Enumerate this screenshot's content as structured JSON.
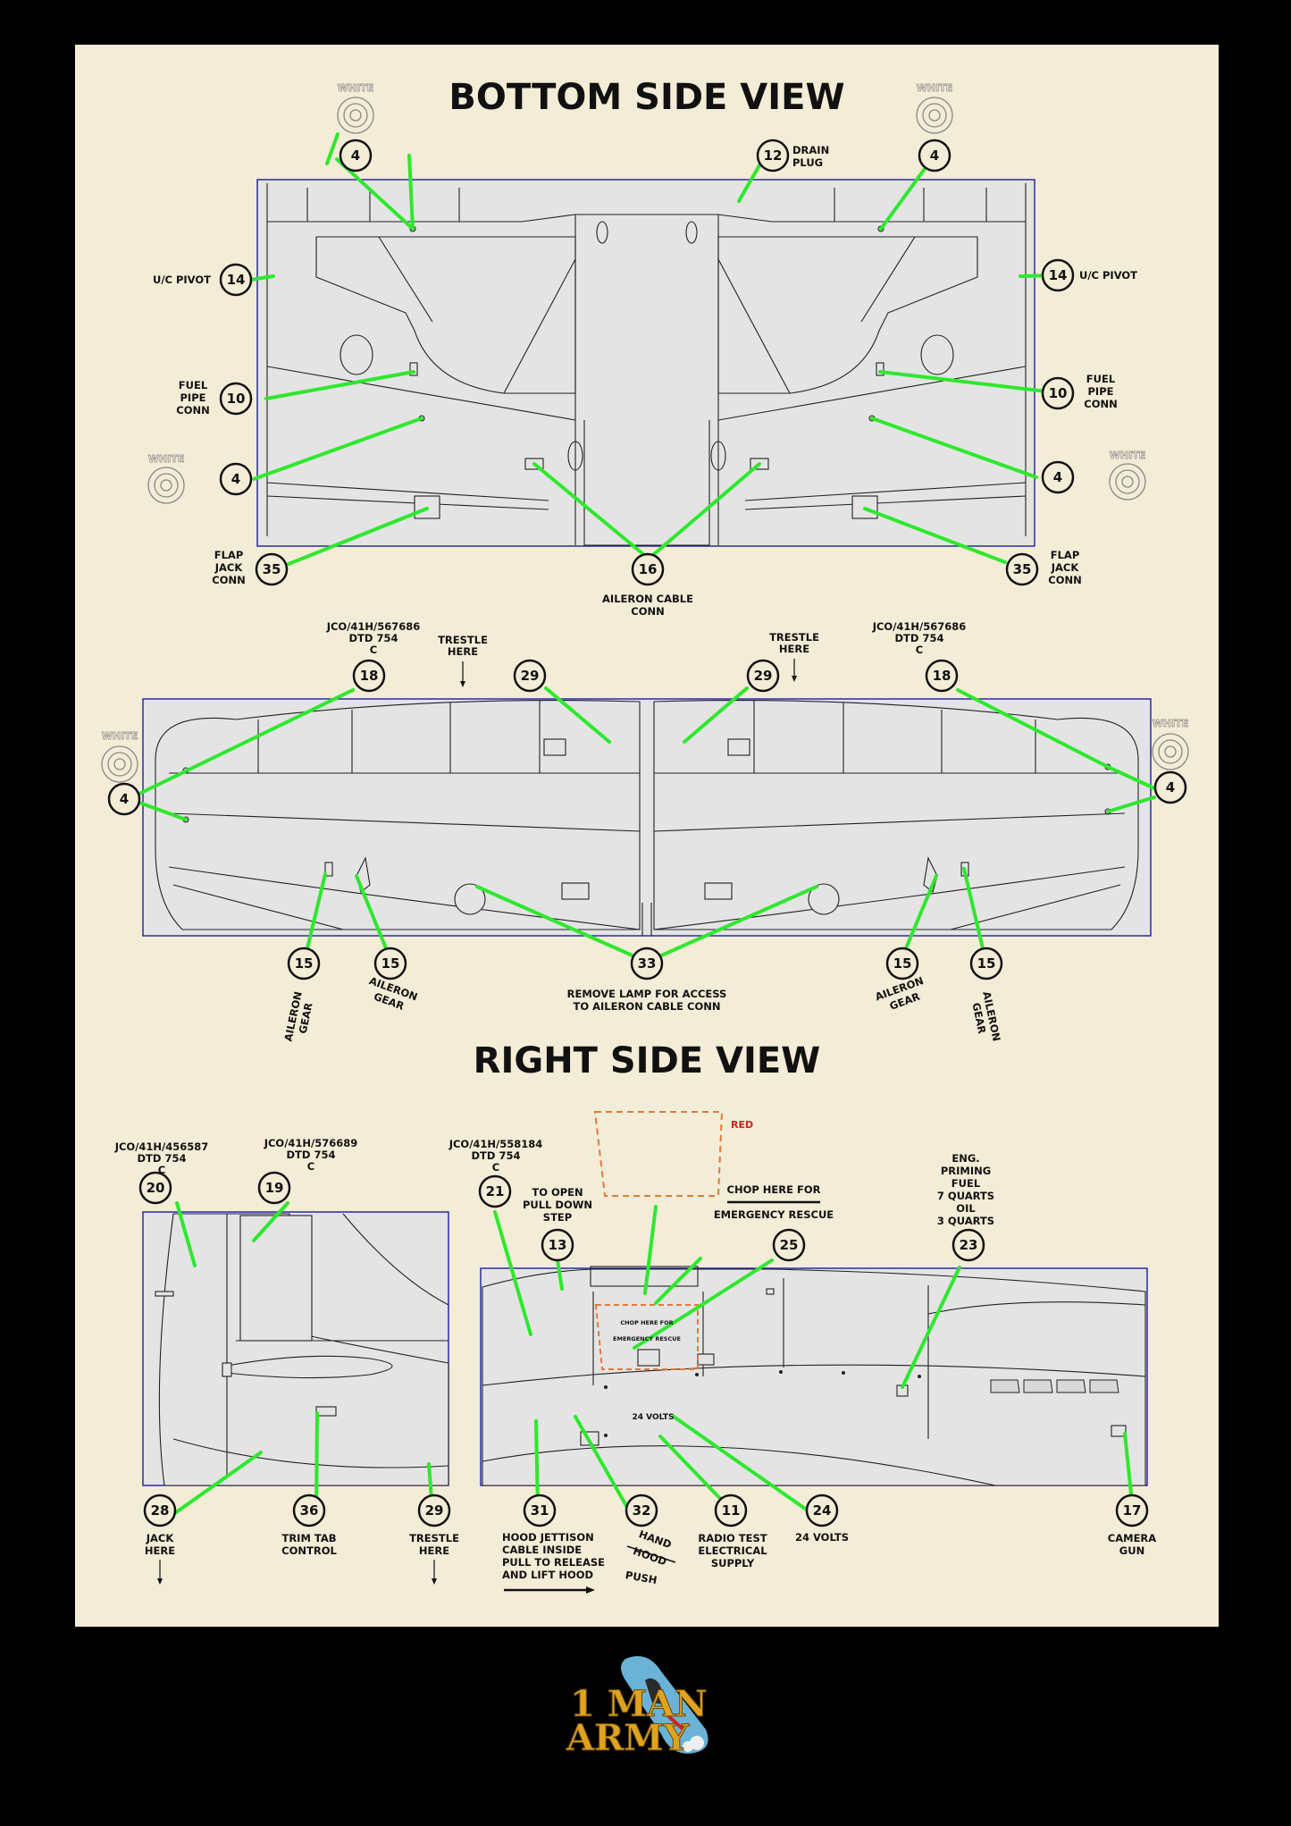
{
  "titles": {
    "bottom": "BOTTOM SIDE VIEW",
    "right": "RIGHT SIDE VIEW"
  },
  "white_label": "WHITE",
  "red_label": "RED",
  "stencils": {
    "drain_plug": [
      "DRAIN",
      "PLUG"
    ],
    "uc_pivot": "U/C PIVOT",
    "fuel_pipe_conn": [
      "FUEL",
      "PIPE",
      "CONN"
    ],
    "flap_jack_conn": [
      "FLAP",
      "JACK",
      "CONN"
    ],
    "aileron_cable_conn": [
      "AILERON CABLE",
      "CONN"
    ],
    "ref_567686": [
      "JCO/41H/567686",
      "DTD 754",
      "C"
    ],
    "trestle_here": [
      "TRESTLE",
      "HERE"
    ],
    "aileron_gear": [
      "AILERON",
      "GEAR"
    ],
    "remove_lamp": [
      "REMOVE LAMP FOR ACCESS",
      "TO AILERON CABLE CONN"
    ],
    "ref_456587": [
      "JCO/41H/456587",
      "DTD 754",
      "C"
    ],
    "ref_576689": [
      "JCO/41H/576689",
      "DTD 754",
      "C"
    ],
    "ref_558184": [
      "JCO/41H/558184",
      "DTD 754",
      "C"
    ],
    "to_open": [
      "TO OPEN",
      "PULL DOWN",
      "STEP"
    ],
    "chop_here": [
      "CHOP HERE FOR",
      "EMERGENCY RESCUE"
    ],
    "eng_priming": [
      "ENG.",
      "PRIMING",
      "FUEL",
      "7 QUARTS",
      "OIL",
      "3 QUARTS"
    ],
    "jack_here": [
      "JACK",
      "HERE"
    ],
    "trim_tab": [
      "TRIM TAB",
      "CONTROL"
    ],
    "hood_jettison": [
      "HOOD JETTISON",
      "CABLE INSIDE",
      "PULL TO RELEASE",
      "AND LIFT HOOD"
    ],
    "hand_hood": [
      "HAND",
      "HOOD"
    ],
    "push": "PUSH",
    "radio_test": [
      "RADIO TEST",
      "ELECTRICAL",
      "SUPPLY"
    ],
    "volts_24": "24 VOLTS",
    "camera_gun": [
      "CAMERA",
      "GUN"
    ]
  },
  "callouts": {
    "bottom": [
      "4",
      "12",
      "4",
      "14",
      "14",
      "10",
      "10",
      "4",
      "4",
      "35",
      "16",
      "35"
    ],
    "middle": [
      "18",
      "29",
      "29",
      "18",
      "4",
      "4",
      "15",
      "15",
      "33",
      "15",
      "15"
    ],
    "right": [
      "20",
      "19",
      "21",
      "13",
      "25",
      "23",
      "28",
      "36",
      "29",
      "31",
      "32",
      "11",
      "24",
      "17"
    ]
  },
  "logo": {
    "text_line1": "1 MAN",
    "text_line2": "ARMY"
  },
  "colors": {
    "background": "#000000",
    "panel": "#f3ecd6",
    "leader_line": "#2ee82e",
    "frame": "#1d1da8",
    "airframe_fill": "#e4e4e4",
    "rescue_outline": "#e07a3a",
    "logo_gold": "#e0a321",
    "logo_blue": "#6ab3d6"
  }
}
